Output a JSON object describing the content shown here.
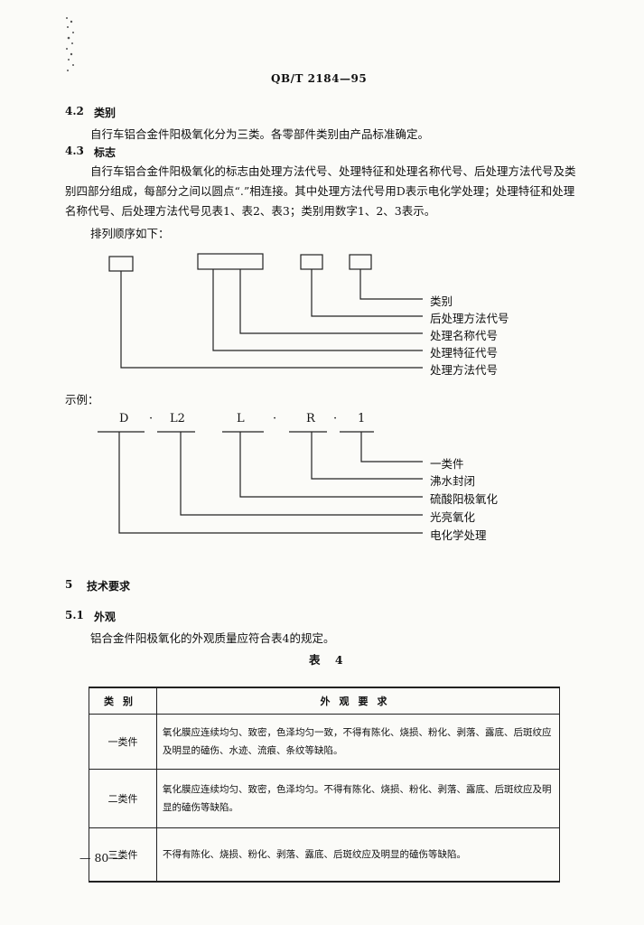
{
  "header": {
    "code": "QB/T 2184—95"
  },
  "sections": {
    "s42": {
      "num": "4.2",
      "title": "类别",
      "text": "自行车铝合金件阳极氧化分为三类。各零部件类别由产品标准确定。"
    },
    "s43": {
      "num": "4.3",
      "title": "标志",
      "p1": "自行车铝合金件阳极氧化的标志由处理方法代号、处理特征和处理名称代号、后处理方法代号及类别四部分组成，每部分之间以圆点“.”相连接。其中处理方法代号用D表示电化学处理；处理特征和处理名称代号、后处理方法代号见表1、表2、表3；类别用数字1、2、3表示。",
      "p2": "排列顺序如下："
    }
  },
  "diagram1": {
    "labels": [
      "类别",
      "后处理方法代号",
      "处理名称代号",
      "处理特征代号",
      "处理方法代号"
    ]
  },
  "example": {
    "title": "示例：",
    "codes": [
      "D",
      "·",
      "L2",
      "L",
      "·",
      "R",
      "·",
      "1"
    ],
    "labels": [
      "一类件",
      "沸水封闭",
      "硫酸阳极氧化",
      "光亮氧化",
      "电化学处理"
    ]
  },
  "s5": {
    "num": "5",
    "title": "技术要求"
  },
  "s51": {
    "num": "5.1",
    "title": "外观",
    "text": "铝合金件阳极氧化的外观质量应符合表4的规定。"
  },
  "table4": {
    "caption": "表 4",
    "headers": [
      "类别",
      "外观要求"
    ],
    "rows": [
      {
        "cat": "一类件",
        "req": "氧化膜应连续均匀、致密，色泽均匀一致，不得有陈化、烧损、粉化、剥落、露底、后斑纹应及明显的磕伤、水迹、流痕、条纹等缺陷。"
      },
      {
        "cat": "二类件",
        "req": "氧化膜应连续均匀、致密，色泽均匀。不得有陈化、烧损、粉化、剥落、露底、后斑纹应及明显的磕伤等缺陷。"
      },
      {
        "cat": "三类件",
        "req": "不得有陈化、烧损、粉化、剥落、露底、后斑纹应及明显的磕伤等缺陷。"
      }
    ]
  },
  "footer": {
    "page": "— 80 —"
  }
}
